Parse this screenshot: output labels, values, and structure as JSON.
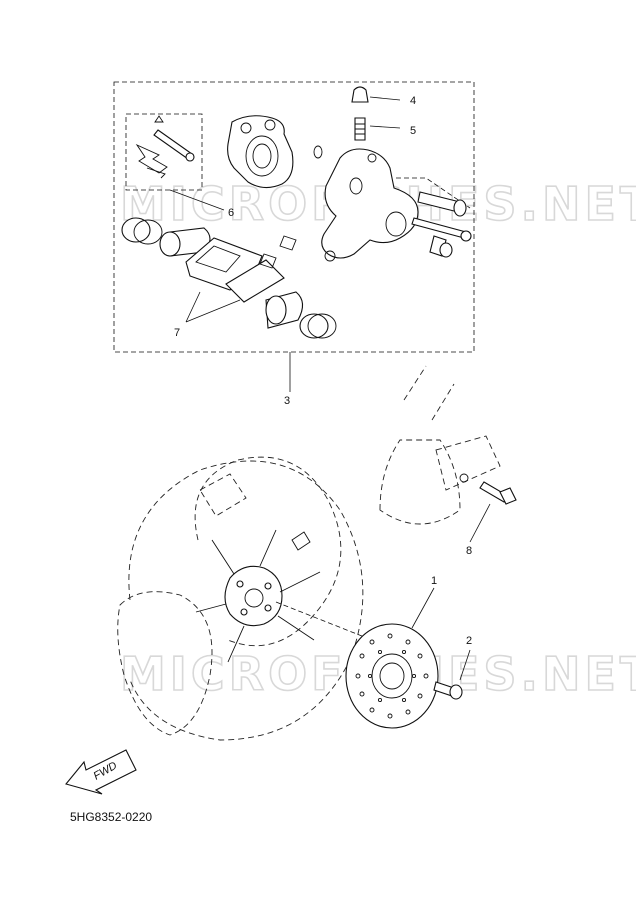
{
  "diagram": {
    "watermark_text": "MICROFICHES.NET",
    "callouts": {
      "c1": "1",
      "c2": "2",
      "c3": "3",
      "c4": "4",
      "c5": "5",
      "c6": "6",
      "c7": "7",
      "c8": "8"
    },
    "fwd_label": "FWD",
    "drawing_code": "5HG8352-0220"
  }
}
